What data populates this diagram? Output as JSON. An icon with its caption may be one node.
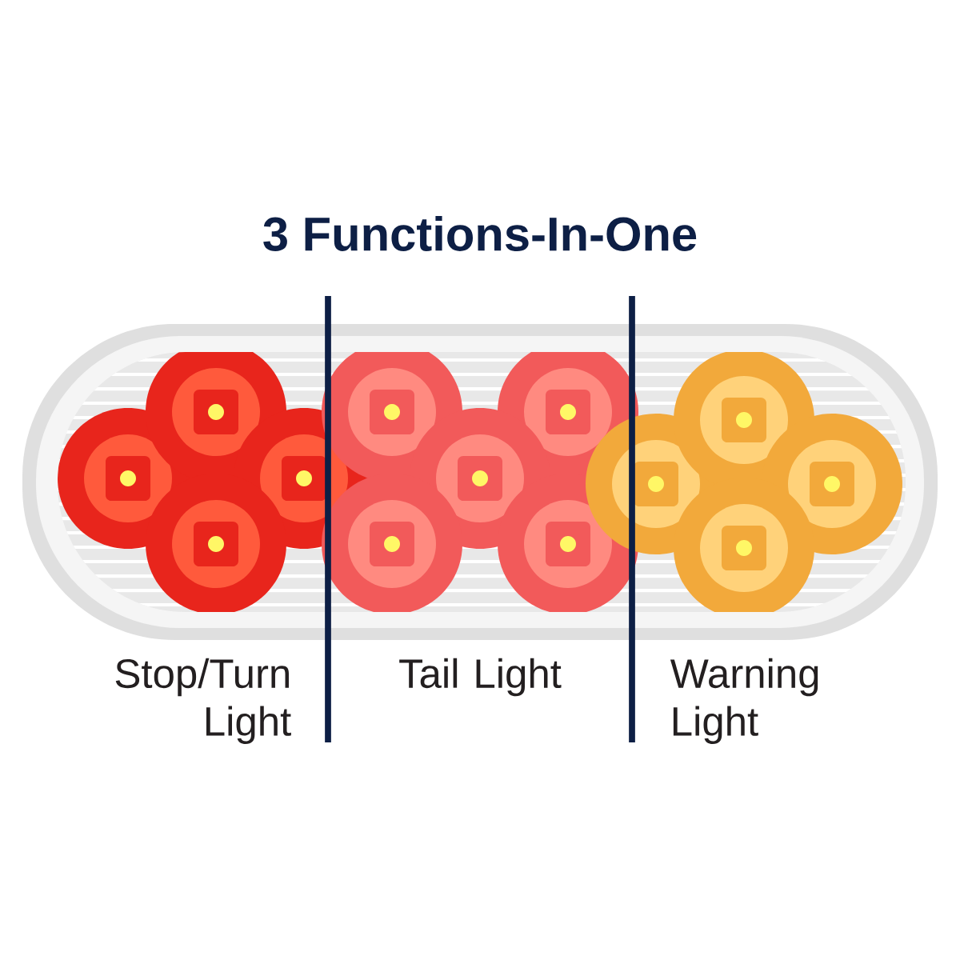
{
  "diagram": {
    "title": "3 Functions-In-One",
    "labels": [
      "Stop/Turn Light",
      "Tail Light",
      "Warning Light"
    ]
  }
}
